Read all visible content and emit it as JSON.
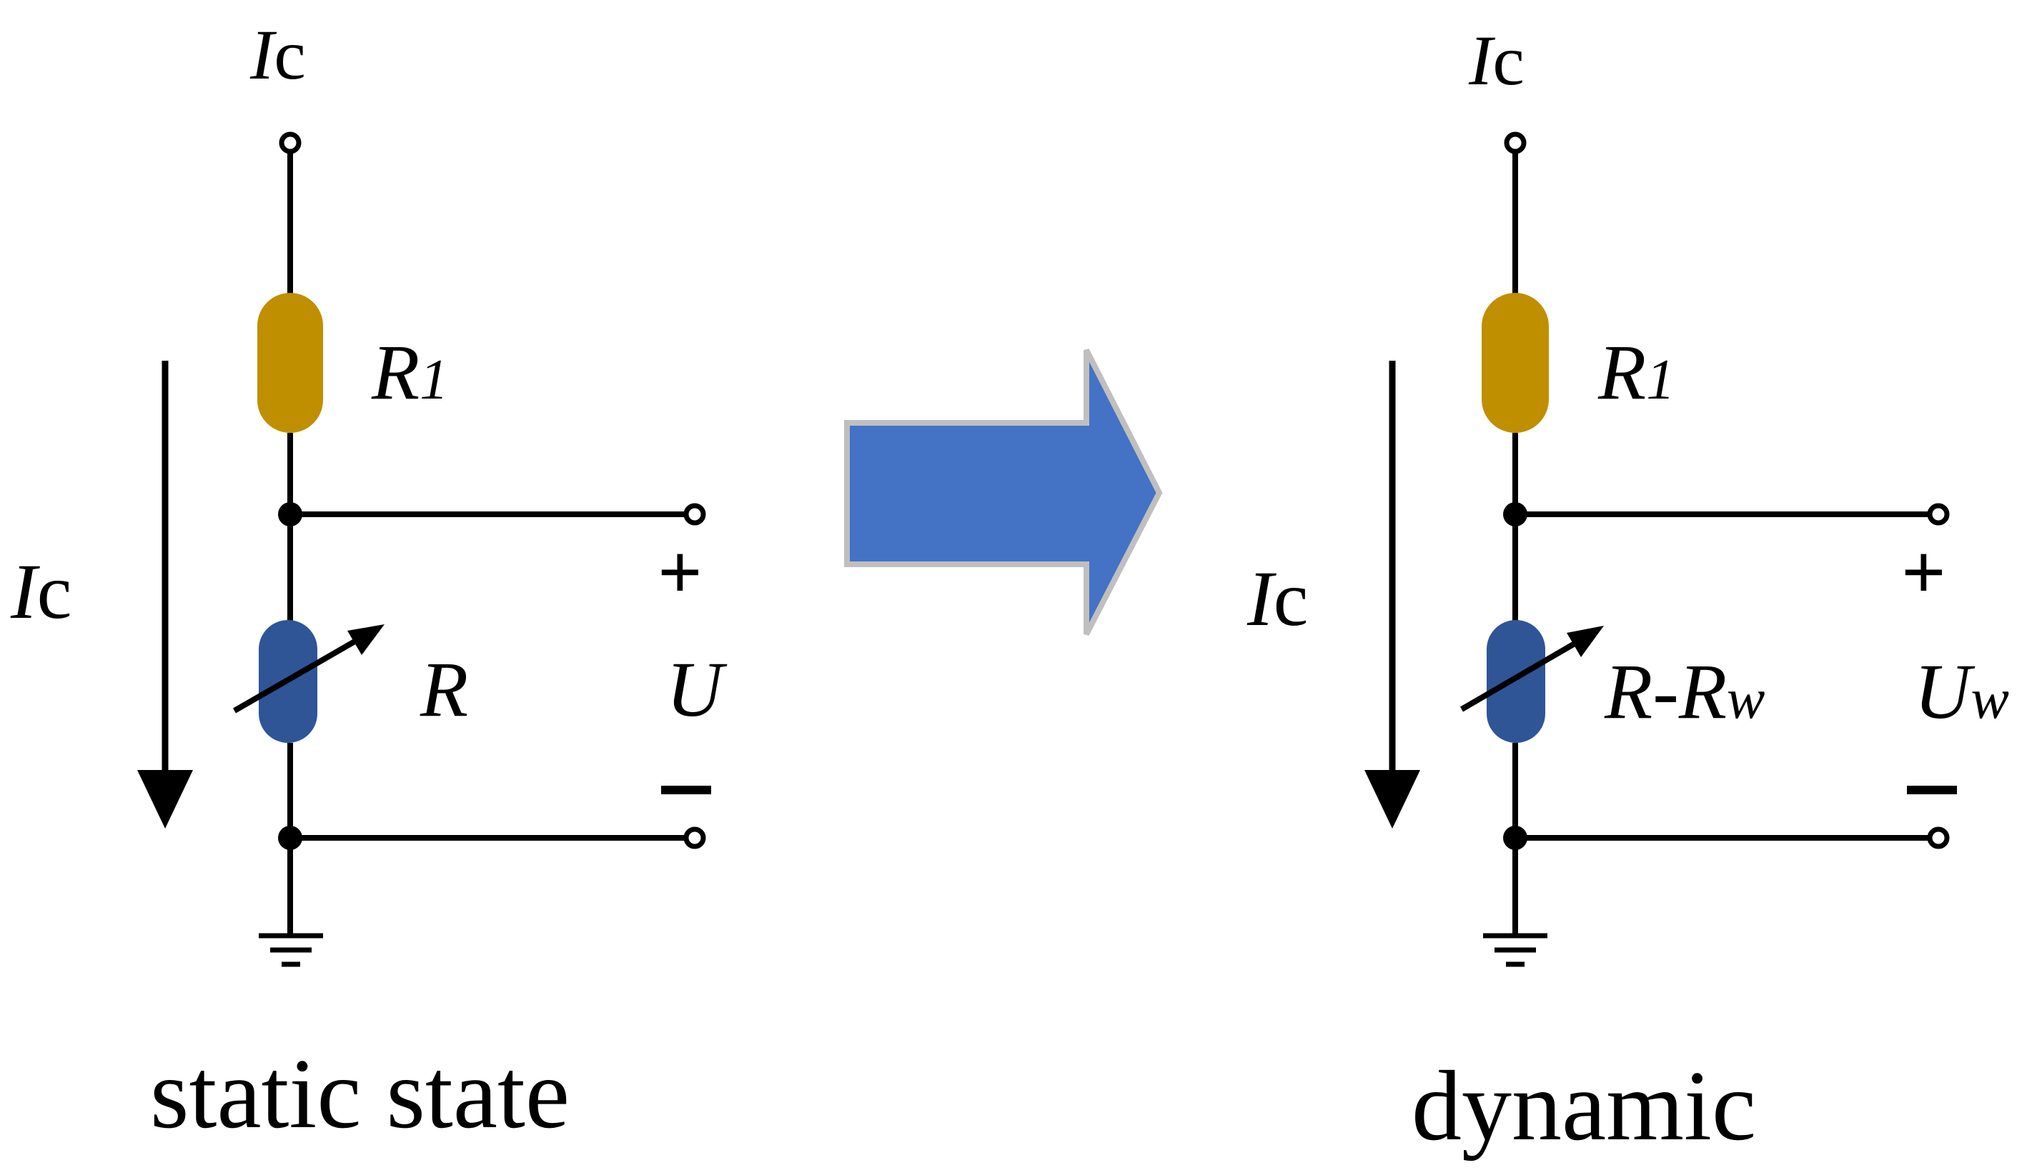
{
  "colors": {
    "r1_fill": "#BF8F00",
    "r_fill": "#2F5597",
    "arrow_fill": "#4472C4",
    "arrow_stroke": "#BFBFBF"
  },
  "left": {
    "top_current": {
      "sym": "I",
      "sub": "c"
    },
    "side_current": {
      "sym": "I",
      "sub": "c"
    },
    "r1": {
      "sym": "R",
      "sub": "1"
    },
    "r": {
      "text": "R"
    },
    "voltage": {
      "text": "U"
    },
    "plus": "+",
    "minus": "−",
    "caption": "static state"
  },
  "right": {
    "top_current": {
      "sym": "I",
      "sub": "c"
    },
    "side_current": {
      "sym": "I",
      "sub": "c"
    },
    "r1": {
      "sym": "R",
      "sub": "1"
    },
    "r": {
      "a": "R-R",
      "sub": "w"
    },
    "voltage": {
      "sym": "U",
      "sub": "w"
    },
    "plus": "+",
    "minus": "−",
    "caption": "dynamic"
  },
  "icons": {
    "transition": "right-arrow-icon",
    "ground": "ground-icon",
    "current": "down-arrow-icon"
  }
}
